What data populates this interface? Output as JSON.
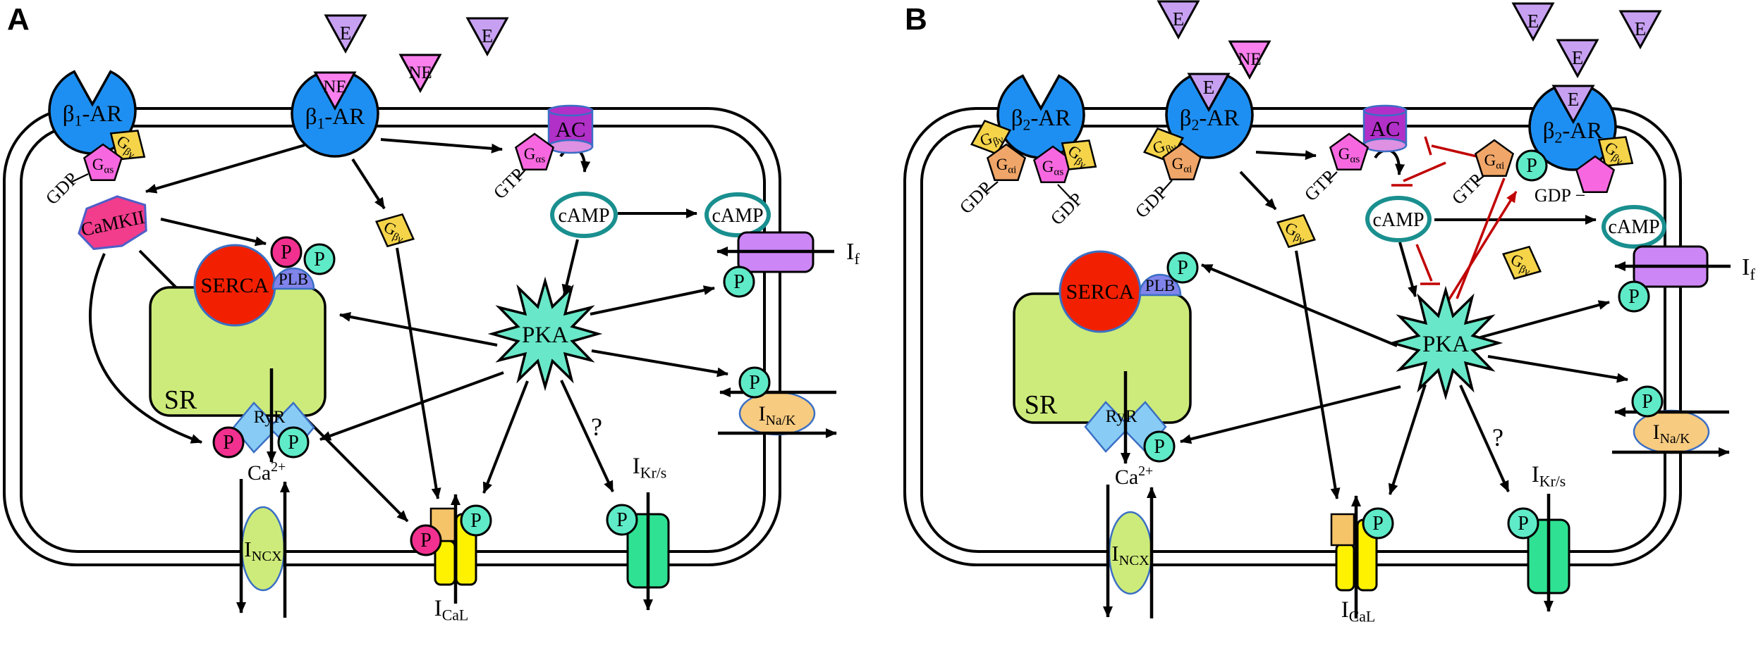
{
  "figure": {
    "description": "Two-panel cell signaling diagram of beta-adrenergic receptor pathways in a cardiac cell",
    "panel_a_label": "A",
    "panel_b_label": "B"
  },
  "labels": {
    "panel_a": "A",
    "panel_b": "B",
    "b1ar": "β_{1}-AR",
    "b2ar": "β_{2}-AR",
    "e": "E",
    "ne": "NE",
    "p": "P",
    "q": "?",
    "gbg": "G_{βγ}",
    "gas": "G_{αs}",
    "gai": "G_{αi}",
    "gdp": "GDP",
    "gtp": "GTP",
    "gdp_dash": "GDP −",
    "camkii": "CaMKII",
    "serca": "SERCA",
    "plb": "PLB",
    "sr": "SR",
    "ryr": "RyR",
    "ca": "Ca^{2+}",
    "camp": "cAMP",
    "pka": "PKA",
    "ac": "AC",
    "i_f": "I_{f}",
    "i_nak": "I_{Na/K}",
    "i_krs": "I_{Kr/s}",
    "i_cal": "I_{CaL}",
    "i_ncx": "I_{NCX}"
  },
  "colors": {
    "receptor": "#1E8FF2",
    "ligand_e": "#C7A0F2",
    "ligand_ne": "#FA80EE",
    "gbg": "#F5D44A",
    "gbg_mem": "#F6C468",
    "gas": "#F768E0",
    "gai": "#F0A668",
    "camkii": "#F23C8C",
    "camkii_border": "#4D5FC9",
    "serca": "#F22000",
    "outline_blue": "#3A6FC4",
    "plb": "#8084EA",
    "sr": "#CDEB7A",
    "ryr": "#88CCF5",
    "p_pink": "#F2308F",
    "p_teal": "#5FEBC8",
    "pka": "#68E8C8",
    "camp_ring": "#1A8F8F",
    "ac": "#B030C8",
    "ac_base": "#DE90E2",
    "ch_if": "#CC86F5",
    "ch_incx": "#CDEB7A",
    "ch_inak": "#F7CB80",
    "ch_ikrs": "#2FE293",
    "ch_ical": "#FFF200",
    "inhibit": "#C00000",
    "line": "#000000",
    "background": "#FFFFFF"
  }
}
